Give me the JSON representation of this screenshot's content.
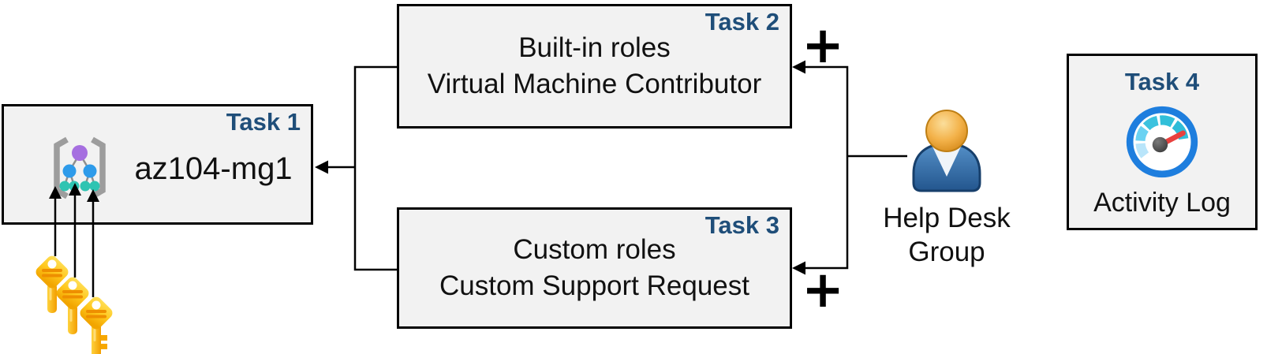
{
  "task1": {
    "label": "Task 1",
    "title": "az104-mg1",
    "icon": "management-group-icon"
  },
  "task2": {
    "label": "Task 2",
    "line1": "Built-in roles",
    "line2": "Virtual Machine Contributor"
  },
  "task3": {
    "label": "Task 3",
    "line1": "Custom roles",
    "line2": "Custom Support Request"
  },
  "task4": {
    "label": "Task 4",
    "caption": "Activity Log",
    "icon": "activity-log-gauge-icon"
  },
  "help_desk": {
    "line1": "Help Desk",
    "line2": "Group",
    "icon": "user-icon"
  },
  "connectors": {
    "plus_top": "+",
    "plus_bottom": "+"
  },
  "colors": {
    "background": "#ffffff",
    "box_fill": "#f2f2f2",
    "box_border": "#000000",
    "task_label_blue": "#1f4e79",
    "text": "#111111",
    "line": "#000000",
    "key_gold": "#ffc21e",
    "key_ridge": "#ee8f00",
    "mg_bracket_gray": "#9d9d9d",
    "mg_root_purple": "#a66fe0",
    "mg_child_blue": "#2e9bea",
    "mg_leaf_teal": "#2fc4b2",
    "user_head_orange": "#e8a33d",
    "user_body_blue": "#3b76b4",
    "gauge_ring_blue": "#1e7ede",
    "gauge_needle_red": "#e8413e"
  },
  "icons": [
    "management-group-icon",
    "keys-icon",
    "user-icon",
    "activity-log-gauge-icon",
    "plus-icon",
    "arrow-connector"
  ]
}
